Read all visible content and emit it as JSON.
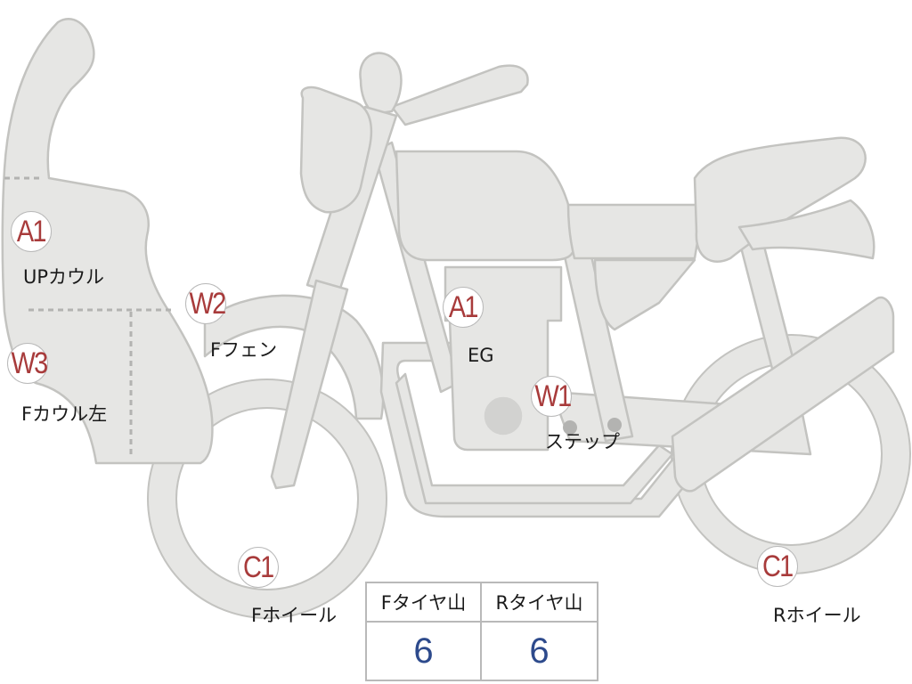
{
  "colors": {
    "part_fill": "#e6e6e4",
    "part_stroke": "#c3c3c0",
    "marker_text": "#a83b3b",
    "value_text": "#2d4a8c"
  },
  "parts": [
    {
      "code": "A1",
      "label": "UPカウル"
    },
    {
      "code": "W3",
      "label": "Fカウル左"
    },
    {
      "code": "W2",
      "label": "Fフェン"
    },
    {
      "code": "A1",
      "label": "EG"
    },
    {
      "code": "W1",
      "label": "ステップ"
    },
    {
      "code": "C1",
      "label": "Fホイール"
    },
    {
      "code": "C1",
      "label": "Rホイール"
    }
  ],
  "tire_table": {
    "front_header": "Fタイヤ山",
    "rear_header": "Rタイヤ山",
    "front_value": "6",
    "rear_value": "6"
  }
}
